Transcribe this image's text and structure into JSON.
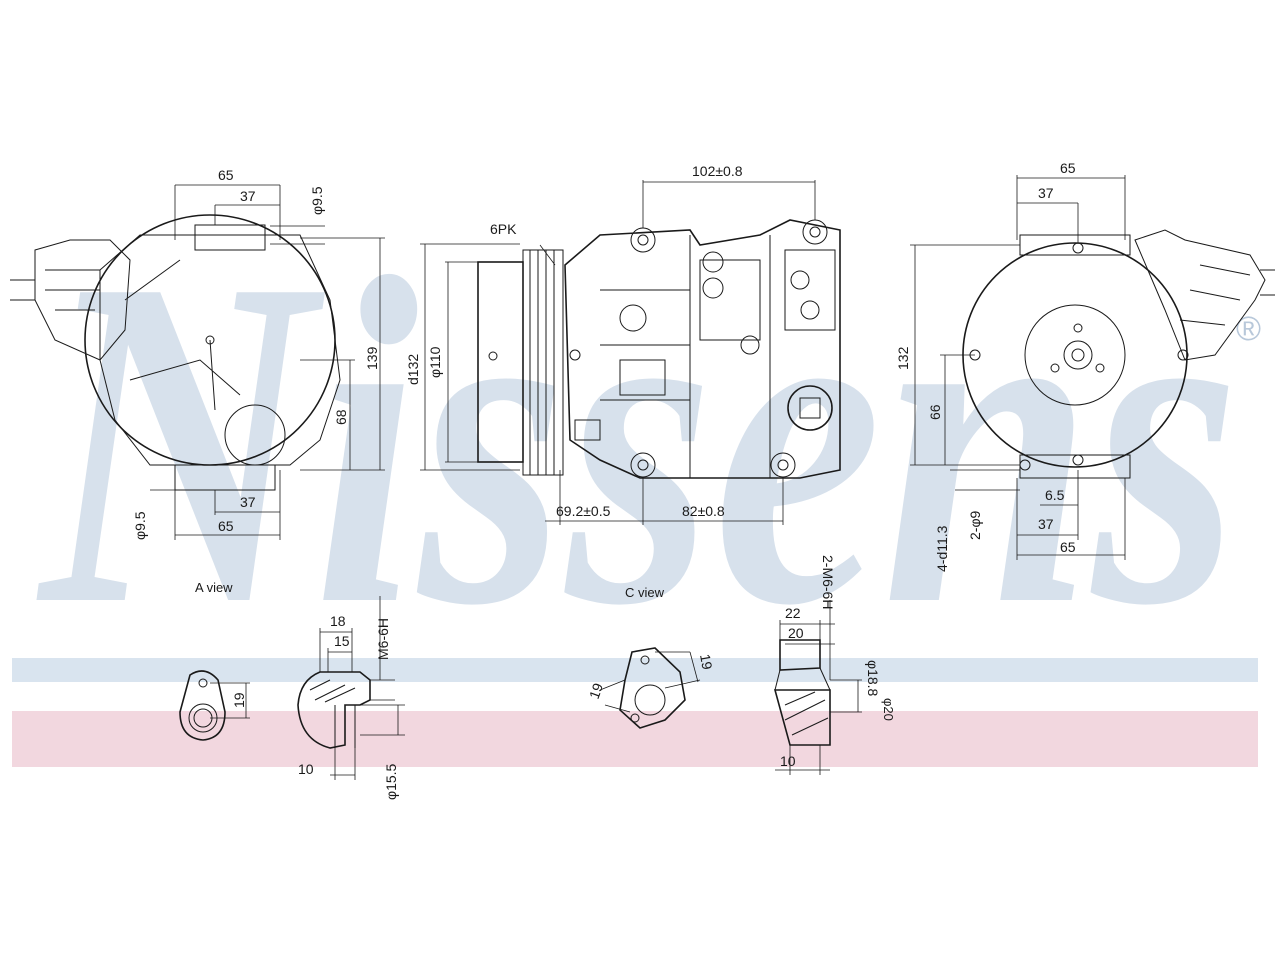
{
  "brand": {
    "watermark": "Nissens",
    "registered_mark": "®",
    "color_watermark": "#d7e1ec",
    "color_band_blue": "#d9e4ef",
    "color_band_pink": "#f2d7df"
  },
  "views": {
    "a_view_label": "A view",
    "c_view_label": "C view"
  },
  "left_view": {
    "dim_65_top": "65",
    "dim_37_top": "37",
    "dim_phi95_top": "φ9.5",
    "dim_139": "139",
    "dim_68": "68",
    "dim_37_bottom": "37",
    "dim_65_bottom": "65",
    "dim_phi95_bottom": "φ9.5"
  },
  "center_view": {
    "dim_102": "102±0.8",
    "belt": "6PK",
    "dim_d132": "d132",
    "dim_phi110": "φ110",
    "dim_692": "69.2±0.5",
    "dim_82": "82±0.8"
  },
  "right_view": {
    "dim_65_top": "65",
    "dim_37_top": "37",
    "dim_132": "132",
    "dim_66": "66",
    "dim_4d113": "4-d11.3",
    "dim_2phi9": "2-φ9",
    "dim_65_small": "6.5",
    "dim_37_bottom": "37",
    "dim_65_bottom": "65"
  },
  "details": {
    "a_19": "19",
    "s_18": "18",
    "s_15": "15",
    "s_thread": "M6-6H",
    "s_10": "10",
    "s_phi155": "φ15.5",
    "c_19a": "19",
    "c_19b": "19",
    "r_22": "22",
    "r_20": "20",
    "r_thread": "2-M6-6H",
    "r_phi18": "φ18.8",
    "r_phi20": "φ20",
    "r_10": "10"
  }
}
